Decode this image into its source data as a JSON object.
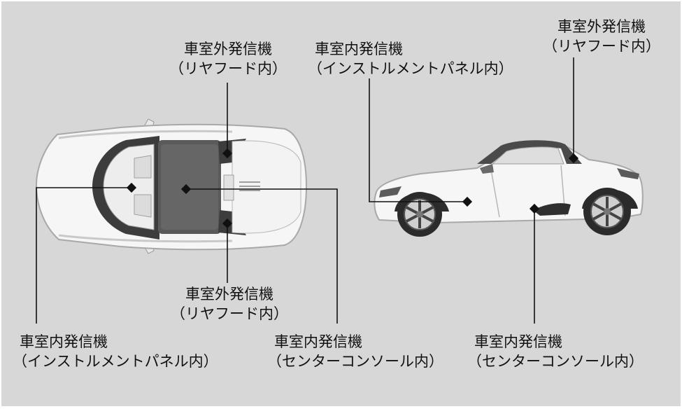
{
  "colors": {
    "background": "#d7d7d7",
    "leader_line": "#111111",
    "car_body": "#f6f6f6",
    "roof": "#5a5a5a",
    "tire": "#2b2b2b"
  },
  "labels": {
    "top_rear_upper": {
      "line1": "車室外発信機",
      "line2": "（リヤフード内）"
    },
    "top_rear_lower": {
      "line1": "車室外発信機",
      "line2": "（リヤフード内）"
    },
    "top_instrument": {
      "line1": "車室内発信機",
      "line2": "（インストルメントパネル内）"
    },
    "top_console": {
      "line1": "車室内発信機",
      "line2": "（センターコンソール内）"
    },
    "side_instrument": {
      "line1": "車室内発信機",
      "line2": "（インストルメントパネル内）"
    },
    "side_rear": {
      "line1": "車室外発信機",
      "line2": "（リヤフード内）"
    },
    "side_console": {
      "line1": "車室内発信機",
      "line2": "（センターコンソール内）"
    }
  }
}
